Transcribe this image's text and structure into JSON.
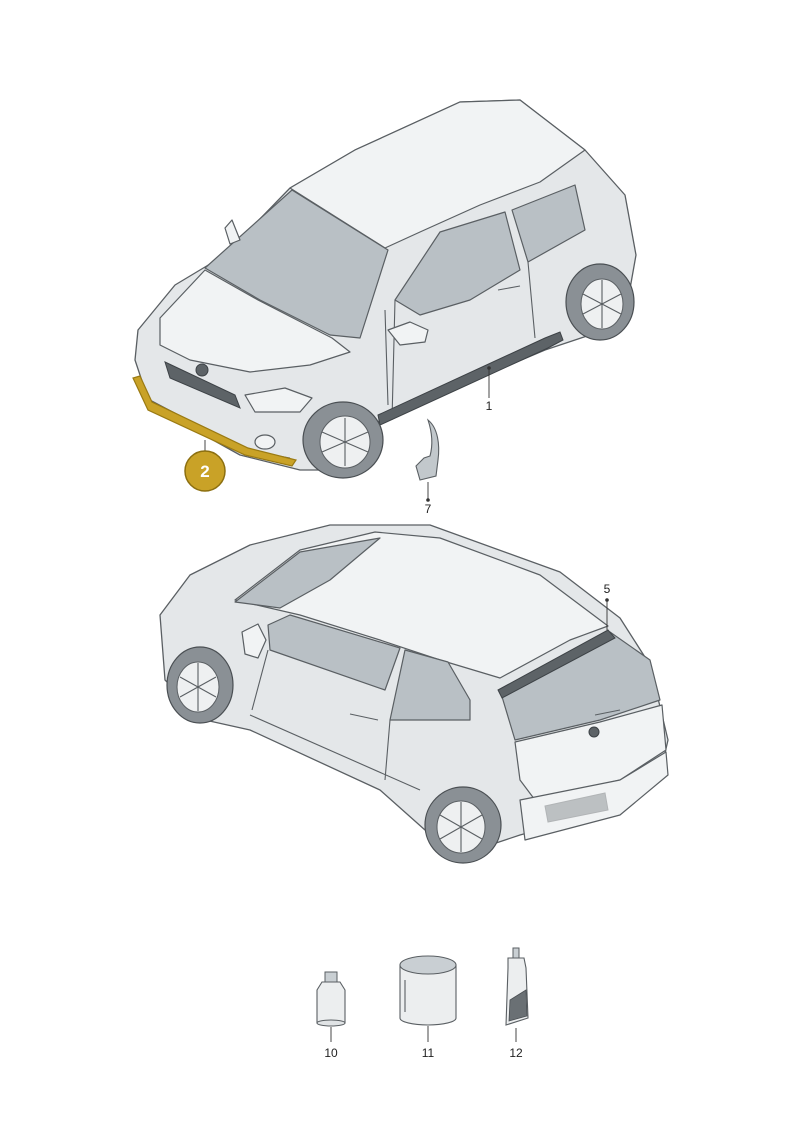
{
  "callouts": {
    "c1": "1",
    "c2": "2",
    "c5": "5",
    "c7": "7",
    "c10": "10",
    "c11": "11",
    "c12": "12"
  },
  "colors": {
    "highlight": "#c9a227",
    "highlight_stroke": "#9a7a12"
  },
  "icons": {
    "front_car": "car-front-view-icon",
    "rear_car": "car-rear-view-icon",
    "mudflap": "mudflap-icon",
    "bottle": "bottle-icon",
    "can": "can-icon",
    "tube": "tube-icon"
  }
}
